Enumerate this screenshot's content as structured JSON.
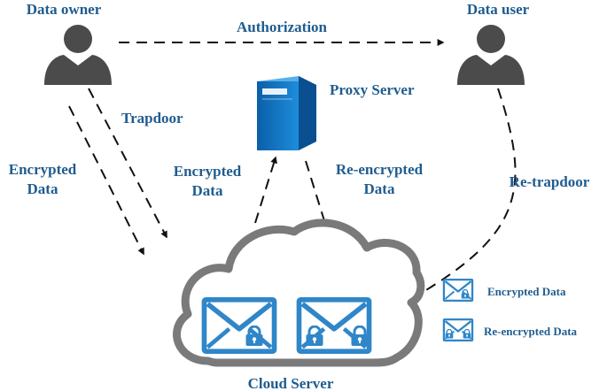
{
  "actors": {
    "owner": "Data owner",
    "user": "Data user"
  },
  "nodes": {
    "proxy": "Proxy Server",
    "cloud": "Cloud Server"
  },
  "edges": {
    "authorization": "Authorization",
    "trapdoor": "Trapdoor",
    "owner_encrypted_line1": "Encrypted",
    "owner_encrypted_line2": "Data",
    "to_proxy_line1": "Encrypted",
    "to_proxy_line2": "Data",
    "from_proxy_line1": "Re-encrypted",
    "from_proxy_line2": "Data",
    "retrapdoor": "Re-trapdoor"
  },
  "legend": {
    "encrypted": "Encrypted Data",
    "reencrypted": "Re-encrypted Data"
  },
  "colors": {
    "label": "#1f5c8f",
    "envelope_border": "#2f86c8",
    "server_dark": "#0a5ea8",
    "server_light": "#1f88d8",
    "person": "#4b4b4b",
    "cloud_stroke": "#7a7a7a"
  },
  "icons": {
    "owner": "person-icon",
    "user": "person-icon",
    "proxy": "server-tower-icon",
    "envelope_locked": "envelope-lock-icon"
  }
}
